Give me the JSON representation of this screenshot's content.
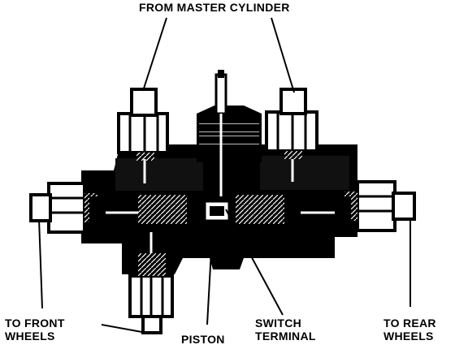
{
  "labels": {
    "from_master_cylinder": "FROM MASTER CYLINDER",
    "to_front_wheels": [
      "TO FRONT",
      "WHEELS"
    ],
    "piston": "PISTON",
    "switch_terminal": [
      "SWITCH",
      "TERMINAL"
    ],
    "to_rear_wheels": [
      "TO REAR",
      "WHEELS"
    ]
  },
  "colors": {
    "ink": "#000000",
    "paper": "#ffffff",
    "shade": "#5a5a5a"
  }
}
